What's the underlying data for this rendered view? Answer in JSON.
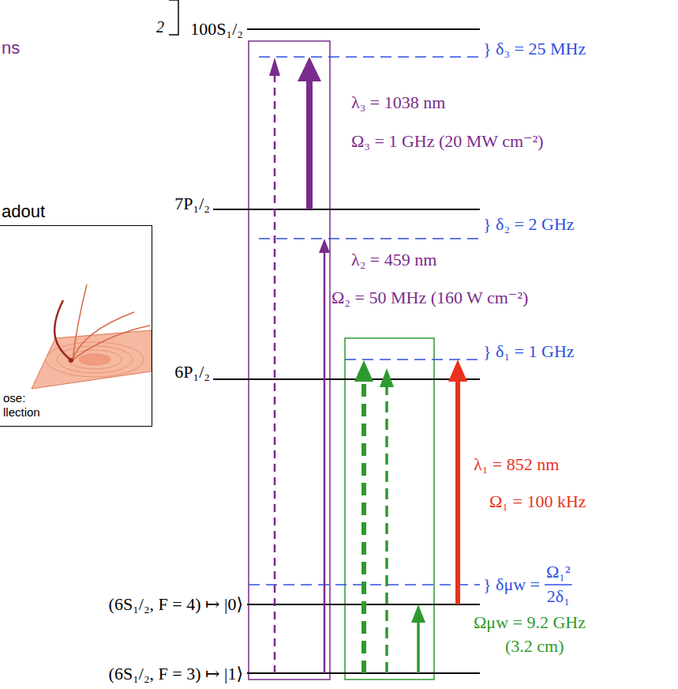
{
  "diagram": {
    "nodes": [
      {
        "text": [
          "adout",
          "ose: llection"
        ]
      }
    ],
    "labels": [
      "2",
      "ns",
      "100S₁/₂",
      "} δ₃ = 25 MHz",
      "λ₃ = 1038 nm",
      "Ω₃ = 1 GHz (20 MW cm⁻²)",
      "7P₁/₂",
      "} δ₂ = 2 GHz",
      "λ₂ = 459 nm",
      "Ω₂ = 50 MHz (160 W cm⁻²)",
      "} δ₁ = 1 GHz",
      "6P₁/₂",
      "λ₁ = 852 nm",
      "Ω₁ = 100 kHz",
      "} δμw =",
      "Ω₁²",
      "2δ₁",
      "(6S₁/₂, F = 4) ↦ |0⟩",
      "Ωμw = 9.2 GHz",
      "(3.2 cm)",
      "(6S₁/₂, F = 3) ↦ |1⟩"
    ]
  }
}
